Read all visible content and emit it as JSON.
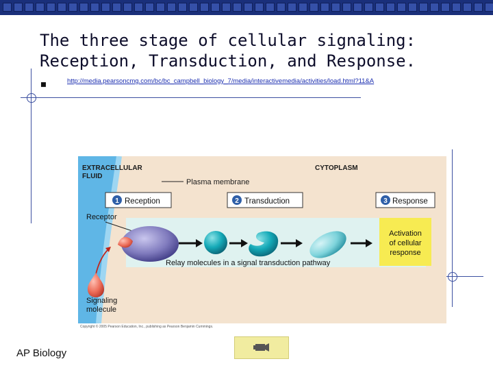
{
  "slide": {
    "title_line1": "The three stage of cellular signaling:",
    "title_line2": "Reception, Transduction, and Response.",
    "bullet": "▪",
    "link_text": "http://media.pearsoncmg.com/bc/bc_campbell_biology_7/media/interactivemedia/activities/load.html?11&A",
    "footer": "AP Biology",
    "video_button_icon": "video-camera-icon"
  },
  "figure": {
    "extracellular_label_1": "EXTRACELLULAR",
    "extracellular_label_2": "FLUID",
    "cytoplasm_label": "CYTOPLASM",
    "plasma_membrane_label": "Plasma membrane",
    "stage1_number": "1",
    "stage1_label": "Reception",
    "stage2_number": "2",
    "stage2_label": "Transduction",
    "stage3_number": "3",
    "stage3_label": "Response",
    "receptor_label": "Receptor",
    "relay_label": "Relay molecules in a signal transduction pathway",
    "activation_line1": "Activation",
    "activation_line2": "of cellular",
    "activation_line3": "response",
    "signaling_line1": "Signaling",
    "signaling_line2": "molecule",
    "copyright": "Copyright © 2005 Pearson Education, Inc., publishing as Pearson Benjamin Cummings."
  },
  "colors": {
    "top_band": "#1a2f7a",
    "extracellular": "#5fb6e6",
    "cytoplasm": "#f4e3cf",
    "relay_band": "#dff2f0",
    "stage_badge": "#2f5fa8",
    "activation_box": "#f7eb52",
    "receptor": "#8a86c6",
    "signal": "#ee6f5c",
    "relay": "#13a6b3"
  }
}
